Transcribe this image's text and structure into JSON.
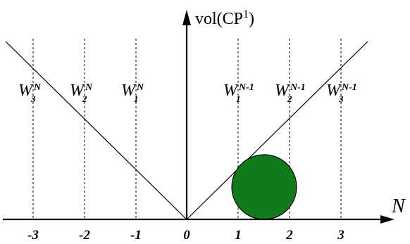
{
  "labels": {
    "vertical_axis": "vol(CP",
    "vertical_axis_sup": "1",
    "vertical_axis_close": ")",
    "horizontal_axis": "N"
  },
  "ticks": [
    "-3",
    "-2",
    "-1",
    "0",
    "1",
    "2",
    "3"
  ],
  "walls": [
    {
      "symbol": "W",
      "sub": "3",
      "sup": "N"
    },
    {
      "symbol": "W",
      "sub": "2",
      "sup": "N"
    },
    {
      "symbol": "W",
      "sub": "1",
      "sup": "N"
    },
    {
      "symbol": "W",
      "sub": "1",
      "sup": "N-1"
    },
    {
      "symbol": "W",
      "sub": "2",
      "sup": "N-1"
    },
    {
      "symbol": "W",
      "sub": "3",
      "sup": "N-1"
    }
  ],
  "colors": {
    "disk_fill": "#117a1a",
    "line": "#000000"
  }
}
